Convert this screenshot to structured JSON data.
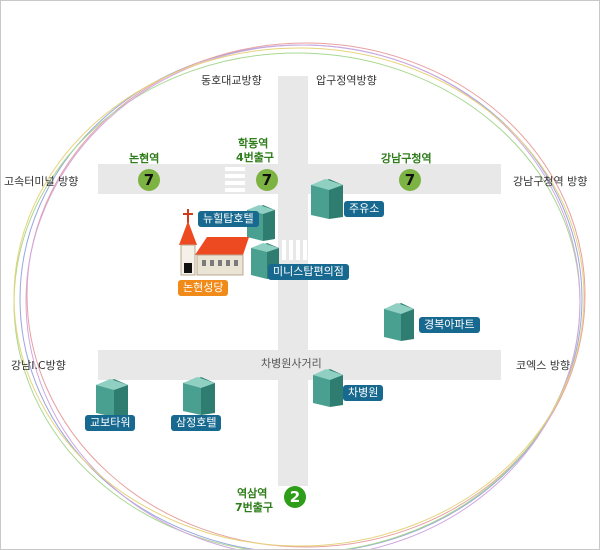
{
  "colors": {
    "road": "#e8e8e8",
    "station_text": "#2e7d1a",
    "line7": "#7cb342",
    "line2": "#2e9e1a",
    "label_blue": "#17698f",
    "label_orange": "#f08a18",
    "building": "#4aa090"
  },
  "directions": {
    "north_west": "동호대교방향",
    "north_east": "압구정역방향",
    "west_top": "고속터미널 방향",
    "east_top": "강남구청역 방향",
    "west_bottom": "강남I.C방향",
    "east_bottom": "코엑스 방향",
    "intersection": "차병원사거리"
  },
  "stations": {
    "nonhyeon": {
      "name": "논현역",
      "line": "7"
    },
    "hakdong": {
      "name_line1": "학동역",
      "name_line2": "4번출구",
      "line": "7"
    },
    "gangnamgu": {
      "name": "강남구청역",
      "line": "7"
    },
    "yeoksam": {
      "name_line1": "역삼역",
      "name_line2": "7번출구",
      "line": "2"
    }
  },
  "landmarks": {
    "newhilltop": "뉴힐탑호텔",
    "gas_station": "주유소",
    "ministop": "미니스탑편의점",
    "church": "논현성당",
    "gyeongbok": "경복아파트",
    "chabyeongwon": "차병원",
    "kyobo": "교보타워",
    "samjeong": "삼정호텔"
  },
  "icons": {
    "station": "subway-line-icon",
    "building": "building-icon",
    "church": "church-icon"
  }
}
